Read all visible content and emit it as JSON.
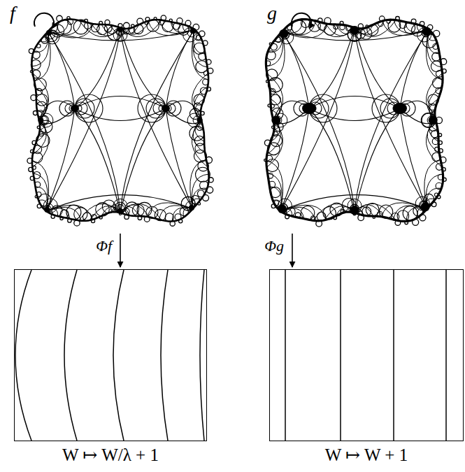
{
  "diagram": {
    "nodes": [
      {
        "text": [
          "f"
        ]
      },
      {
        "text": [
          "g"
        ]
      },
      {
        "text": [
          "W ↦ W/λ + 1"
        ]
      },
      {
        "text": [
          "W ↦ W + 1"
        ]
      }
    ],
    "edges": [
      {
        "from": 0,
        "to": 2,
        "arrow": "to",
        "label": "Φf"
      },
      {
        "from": 1,
        "to": 3,
        "arrow": "to",
        "label": "Φg"
      }
    ]
  }
}
